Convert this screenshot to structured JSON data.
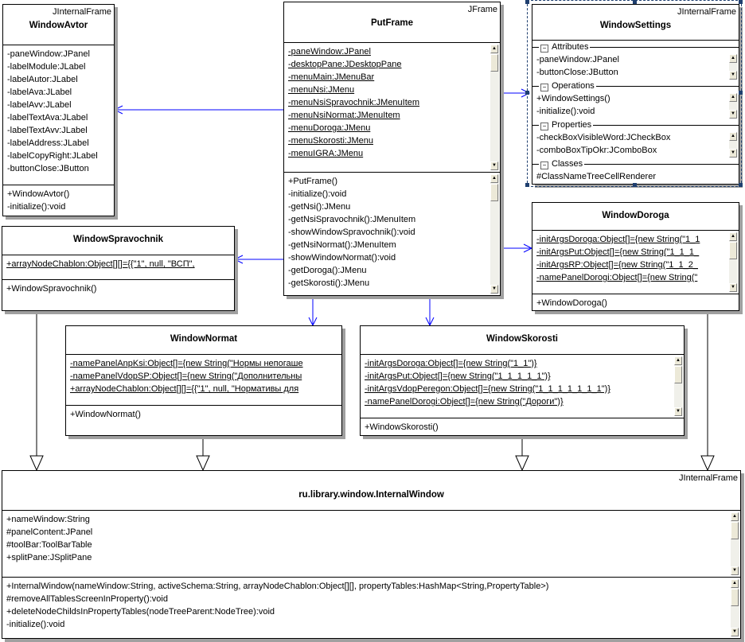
{
  "colors": {
    "dependency": "#0000ff",
    "generalization": "#000000",
    "selection": "#1f3f6f"
  },
  "classes": {
    "avtor": {
      "stereotype": "JInternalFrame",
      "name": "WindowAvtor",
      "sections": [
        {
          "scrollable": false,
          "items": [
            {
              "text": "-paneWindow:JPanel"
            },
            {
              "text": "-labelModule:JLabel"
            },
            {
              "text": "-labelAutor:JLabel"
            },
            {
              "text": "-labelAva:JLabel"
            },
            {
              "text": "-labelAvv:JLabel"
            },
            {
              "text": "-labelTextAva:JLabel"
            },
            {
              "text": "-labelTextAvv:JLabel"
            },
            {
              "text": "-labelAddress:JLabel"
            },
            {
              "text": "-labelCopyRight:JLabel"
            },
            {
              "text": "-buttonClose:JButton"
            }
          ]
        },
        {
          "scrollable": false,
          "items": [
            {
              "text": "+WindowAvtor()"
            },
            {
              "text": "-initialize():void"
            }
          ]
        }
      ]
    },
    "putframe": {
      "stereotype": "JFrame",
      "name": "PutFrame",
      "sections": [
        {
          "scrollable": true,
          "items": [
            {
              "text": "-paneWindow:JPanel",
              "static": true
            },
            {
              "text": "-desktopPane:JDesktopPane",
              "static": true
            },
            {
              "text": "-menuMain:JMenuBar",
              "static": true
            },
            {
              "text": "-menuNsi:JMenu",
              "static": true
            },
            {
              "text": "-menuNsiSpravochnik:JMenuItem",
              "static": true
            },
            {
              "text": "-menuNsiNormat:JMenuItem",
              "static": true
            },
            {
              "text": "-menuDoroga:JMenu",
              "static": true
            },
            {
              "text": "-menuSkorosti:JMenu",
              "static": true
            },
            {
              "text": "-menuIGRA:JMenu",
              "static": true
            }
          ]
        },
        {
          "scrollable": true,
          "items": [
            {
              "text": "+PutFrame()"
            },
            {
              "text": "-initialize():void"
            },
            {
              "text": "-getNsi():JMenu"
            },
            {
              "text": "-getNsiSpravochnik():JMenuItem"
            },
            {
              "text": "-showWindowSpravochnik():void"
            },
            {
              "text": "-getNsiNormat():JMenuItem"
            },
            {
              "text": "-showWindowNormat():void"
            },
            {
              "text": "-getDoroga():JMenu"
            },
            {
              "text": "-getSkorosti():JMenu"
            }
          ]
        }
      ]
    },
    "settings": {
      "stereotype": "JInternalFrame",
      "name": "WindowSettings",
      "groups": [
        {
          "label": "Attributes",
          "scrollable": true,
          "items": [
            {
              "text": "-paneWindow:JPanel"
            },
            {
              "text": "-buttonClose:JButton"
            }
          ]
        },
        {
          "label": "Operations",
          "scrollable": true,
          "items": [
            {
              "text": "+WindowSettings()"
            },
            {
              "text": "-initialize():void"
            }
          ]
        },
        {
          "label": "Properties",
          "scrollable": true,
          "items": [
            {
              "text": "-checkBoxVisibleWord:JCheckBox"
            },
            {
              "text": "-comboBoxTipOkr:JComboBox"
            }
          ]
        },
        {
          "label": "Classes",
          "scrollable": false,
          "items": [
            {
              "text": "#ClassNameTreeCellRenderer"
            }
          ]
        }
      ]
    },
    "doroga": {
      "name": "WindowDoroga",
      "sections": [
        {
          "scrollable": true,
          "items": [
            {
              "text": "-initArgsDoroga:Object[]={new String(\"1_1",
              "static": true
            },
            {
              "text": "-initArgsPut:Object[]={new String(\"1_1_1_",
              "static": true
            },
            {
              "text": "-initArgsRP:Object[]={new String(\"1_1_2_",
              "static": true
            },
            {
              "text": "-namePanelDorogi:Object[]={new String(\"",
              "static": true
            }
          ]
        },
        {
          "scrollable": false,
          "items": [
            {
              "text": "+WindowDoroga()"
            }
          ]
        }
      ]
    },
    "spravochnik": {
      "name": "WindowSpravochnik",
      "sections": [
        {
          "scrollable": false,
          "items": [
            {
              "text": "+arrayNodeChablon:Object[][]={{\"1\", null, \"ВСП\",",
              "static": true
            }
          ]
        },
        {
          "scrollable": false,
          "items": [
            {
              "text": "+WindowSpravochnik()"
            }
          ]
        }
      ]
    },
    "normat": {
      "name": "WindowNormat",
      "sections": [
        {
          "scrollable": false,
          "items": [
            {
              "text": "-namePanelAnpKsi:Object[]={new String(\"Нормы непогаше",
              "static": true
            },
            {
              "text": "-namePanelVdopSP:Object[]={new String(\"Дополнительны",
              "static": true
            },
            {
              "text": "+arrayNodeChablon:Object[][]={{\"1\", null, \"Нормативы для",
              "static": true
            }
          ]
        },
        {
          "scrollable": false,
          "items": [
            {
              "text": "+WindowNormat()"
            }
          ]
        }
      ]
    },
    "skorosti": {
      "name": "WindowSkorosti",
      "sections": [
        {
          "scrollable": true,
          "items": [
            {
              "text": "-initArgsDoroga:Object[]={new String(\"1_1\")}",
              "static": true
            },
            {
              "text": "-initArgsPut:Object[]={new String(\"1_1_1_1_1\")}",
              "static": true
            },
            {
              "text": "-initArgsVdopPeregon:Object[]={new String(\"1_1_1_1_1_1_1\")}",
              "static": true
            },
            {
              "text": "-namePanelDorogi:Object[]={new String(\"Дороги\")}",
              "static": true
            }
          ]
        },
        {
          "scrollable": false,
          "items": [
            {
              "text": "+WindowSkorosti()"
            }
          ]
        }
      ]
    },
    "internal": {
      "stereotype": "JInternalFrame",
      "name": "ru.library.window.InternalWindow",
      "sections": [
        {
          "scrollable": true,
          "items": [
            {
              "text": "+nameWindow:String"
            },
            {
              "text": "#panelContent:JPanel"
            },
            {
              "text": "#toolBar:ToolBarTable"
            },
            {
              "text": "+splitPane:JSplitPane"
            }
          ]
        },
        {
          "scrollable": true,
          "items": [
            {
              "text": "+InternalWindow(nameWindow:String, activeSchema:String, arrayNodeChablon:Object[][], propertyTables:HashMap<String,PropertyTable>)"
            },
            {
              "text": "#removeAllTablesScreenInProperty():void"
            },
            {
              "text": "+deleteNodeChildsInPropertyTables(nodeTreeParent:NodeTree):void"
            },
            {
              "text": "-initialize():void"
            }
          ]
        }
      ]
    }
  },
  "relations": [
    {
      "type": "dependency",
      "from": "putframe",
      "to": "avtor"
    },
    {
      "type": "dependency",
      "from": "putframe",
      "to": "settings"
    },
    {
      "type": "dependency",
      "from": "putframe",
      "to": "spravochnik"
    },
    {
      "type": "dependency",
      "from": "putframe",
      "to": "doroga"
    },
    {
      "type": "dependency",
      "from": "putframe",
      "to": "normat"
    },
    {
      "type": "dependency",
      "from": "putframe",
      "to": "skorosti"
    },
    {
      "type": "generalization",
      "from": "spravochnik",
      "to": "internal"
    },
    {
      "type": "generalization",
      "from": "normat",
      "to": "internal"
    },
    {
      "type": "generalization",
      "from": "skorosti",
      "to": "internal"
    },
    {
      "type": "generalization",
      "from": "doroga",
      "to": "internal"
    }
  ]
}
